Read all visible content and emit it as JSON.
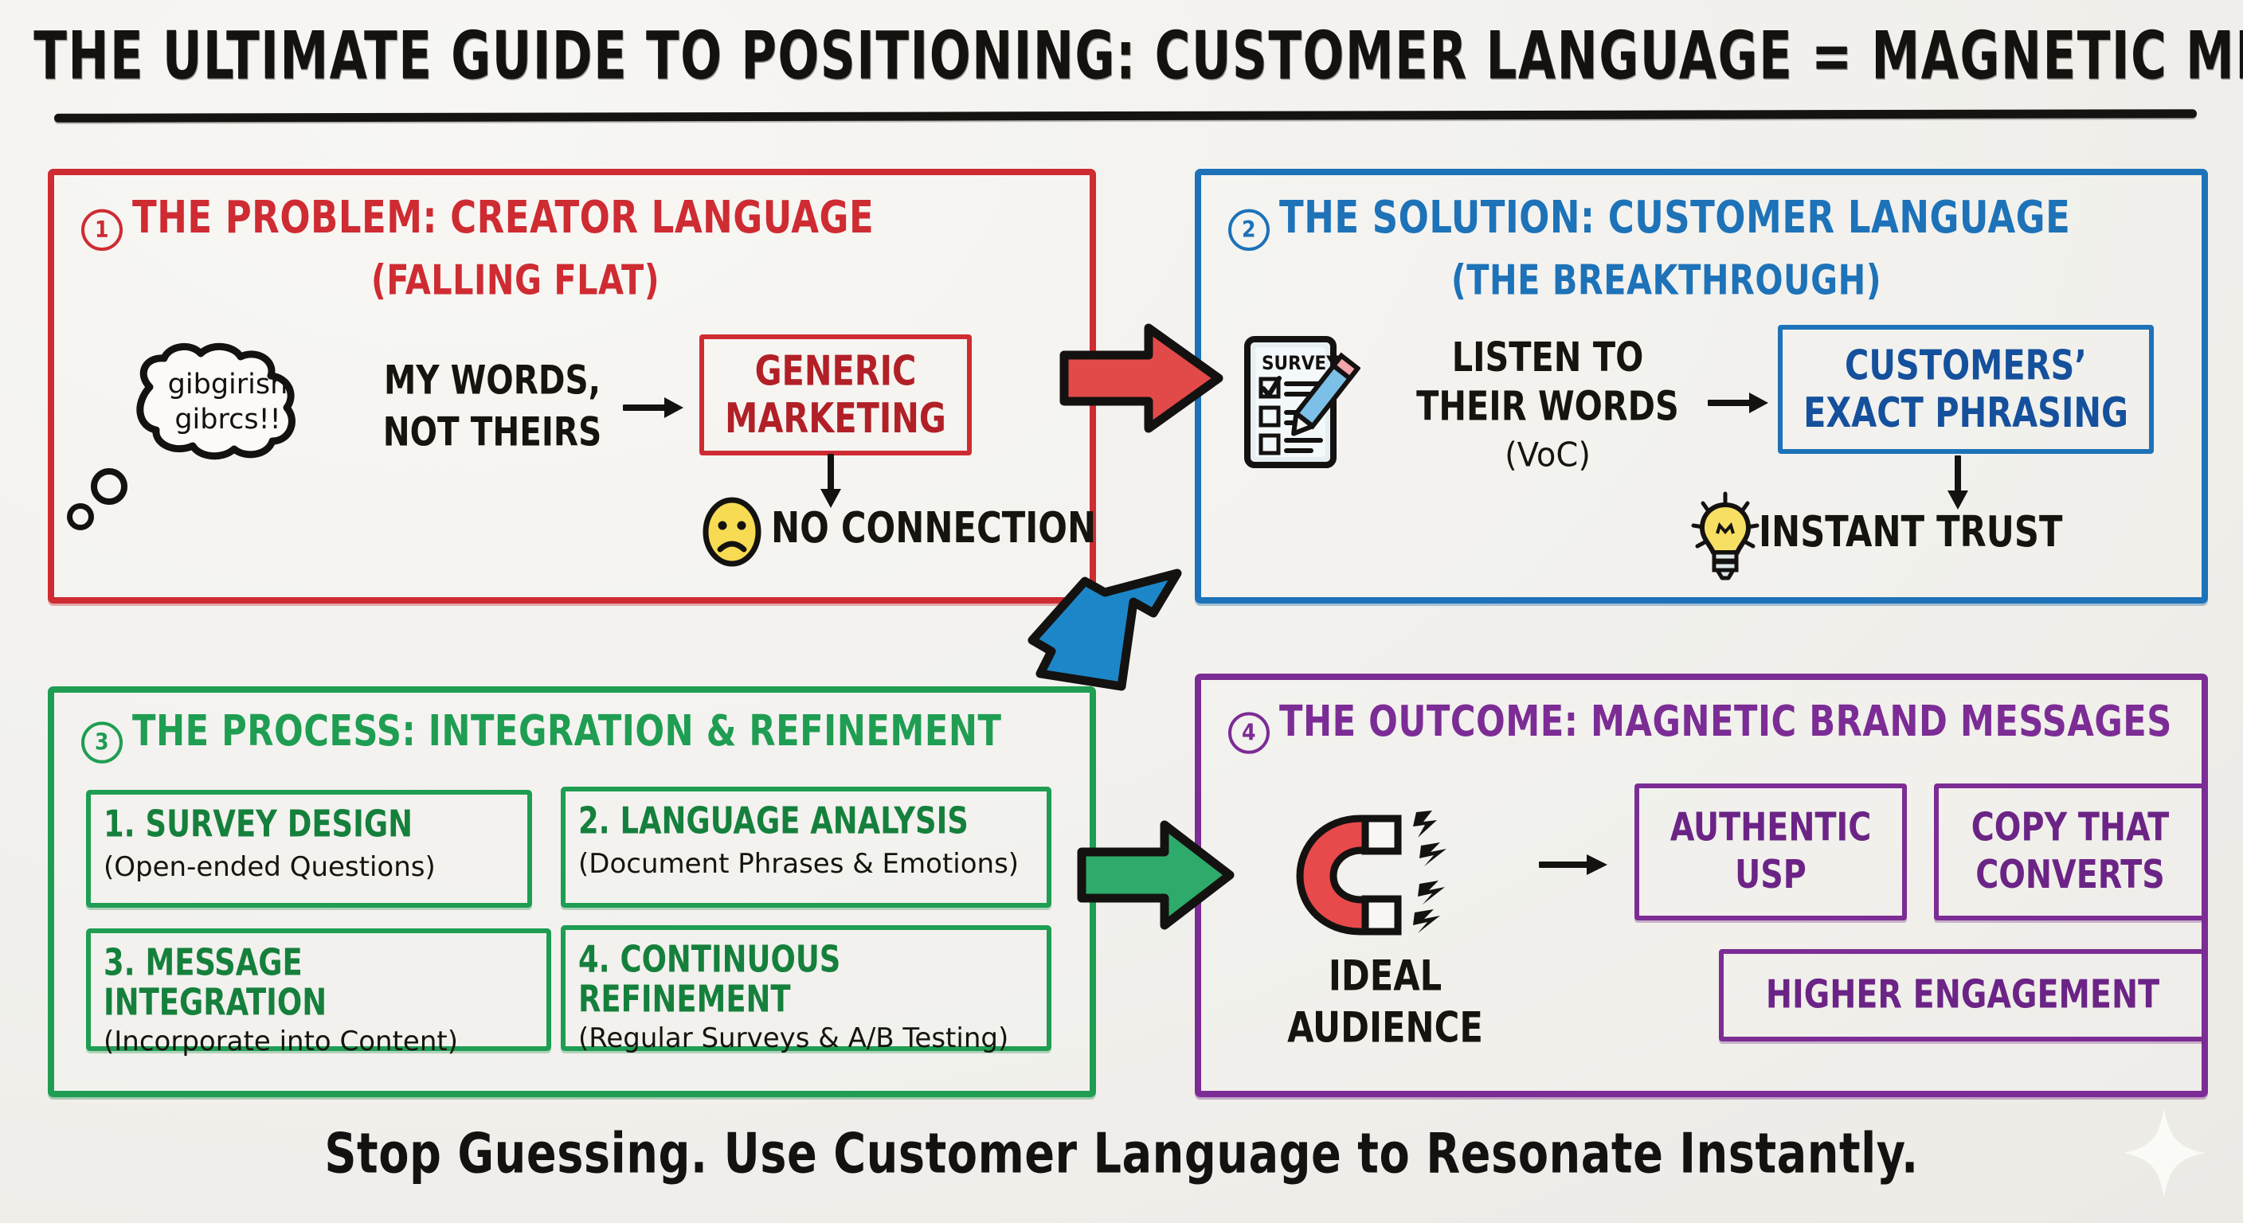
{
  "title": "THE ULTIMATE GUIDE TO POSITIONING: CUSTOMER LANGUAGE = MAGNETIC MESSAGES",
  "footer": "Stop Guessing. Use Customer Language to Resonate Instantly.",
  "colors": {
    "background": "#f2f1ed",
    "red": "#cf2b32",
    "blue": "#1d72b8",
    "green": "#1f9d52",
    "purple": "#7c2c95",
    "ink": "#16140f",
    "yellow": "#f5dd5a"
  },
  "panels": {
    "problem": {
      "number": "1",
      "heading": "THE PROBLEM: CREATOR LANGUAGE",
      "subheading": "(FALLING FLAT)",
      "thought_line1": "gibgirish",
      "thought_line2": "gibrcs!!",
      "words_label": "MY WORDS,\nNOT THEIRS",
      "result_box": "GENERIC\nMARKETING",
      "outcome": "NO CONNECTION",
      "outcome_icon": "sad-face-icon"
    },
    "solution": {
      "number": "2",
      "heading": "THE SOLUTION: CUSTOMER LANGUAGE",
      "subheading": "(THE BREAKTHROUGH)",
      "survey_icon_label": "SURVEY",
      "listen_label": "LISTEN TO\nTHEIR WORDS",
      "voc_label": "(VoC)",
      "result_box": "CUSTOMERS’\nEXACT PHRASING",
      "outcome": "INSTANT TRUST",
      "outcome_icon": "lightbulb-icon"
    },
    "process": {
      "number": "3",
      "heading": "THE PROCESS: INTEGRATION & REFINEMENT",
      "steps": [
        {
          "title": "1. SURVEY DESIGN",
          "detail": "(Open-ended Questions)"
        },
        {
          "title": "2. LANGUAGE ANALYSIS",
          "detail": "(Document Phrases & Emotions)"
        },
        {
          "title": "3. MESSAGE INTEGRATION",
          "detail": "(Incorporate into Content)"
        },
        {
          "title": "4. CONTINUOUS REFINEMENT",
          "detail": "(Regular Surveys & A/B Testing)"
        }
      ]
    },
    "outcome": {
      "number": "4",
      "heading": "THE OUTCOME: MAGNETIC BRAND MESSAGES",
      "magnet_caption": "IDEAL\nAUDIENCE",
      "results": [
        "AUTHENTIC\nUSP",
        "COPY THAT\nCONVERTS",
        "HIGHER ENGAGEMENT"
      ]
    }
  },
  "flow_arrows": [
    {
      "name": "problem-to-solution",
      "color": "#e24a4a",
      "direction": "right"
    },
    {
      "name": "solution-to-process",
      "color": "#1d86c9",
      "direction": "down-left"
    },
    {
      "name": "process-to-outcome",
      "color": "#2eab6b",
      "direction": "right"
    }
  ]
}
